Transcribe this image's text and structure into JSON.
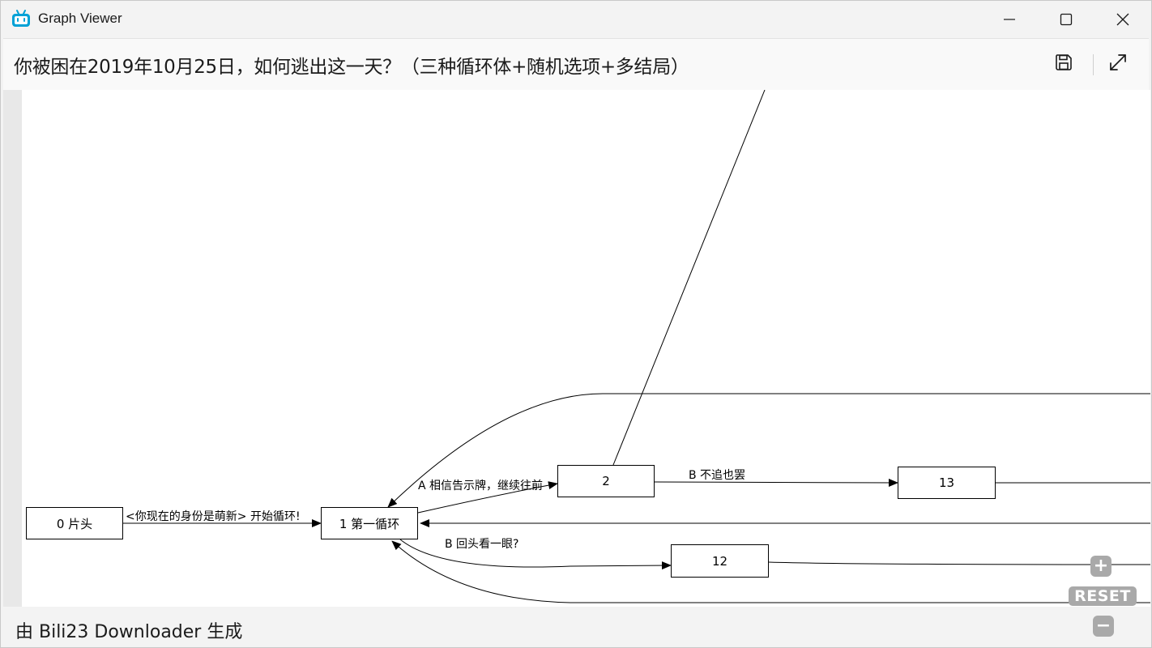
{
  "window": {
    "title": "Graph Viewer",
    "icon": "bilibili-tv-icon",
    "controls": [
      "minimize-icon",
      "maximize-icon",
      "close-icon"
    ]
  },
  "header": {
    "graph_title": "你被困在2019年10月25日，如何逃出这一天？（三种循环体+随机选项+多结局）",
    "actions": [
      "save-icon",
      "expand-icon"
    ]
  },
  "graph": {
    "nodes": [
      {
        "id": "n0",
        "label": "0 片头"
      },
      {
        "id": "n1",
        "label": "1 第一循环"
      },
      {
        "id": "n2",
        "label": "2"
      },
      {
        "id": "n13",
        "label": "13"
      },
      {
        "id": "n12",
        "label": "12"
      }
    ],
    "edge_labels": [
      {
        "id": "e0_1",
        "text": "A <你现在的身份是萌新>  开始循环!"
      },
      {
        "id": "e1_2",
        "text": "A 相信告示牌，继续往前"
      },
      {
        "id": "e2_13",
        "text": "B 不追也罢"
      },
      {
        "id": "e1_12",
        "text": "B 回头看一眼?"
      }
    ],
    "zoom": {
      "zoom_in": "+",
      "reset": "RESET",
      "zoom_out": "−"
    }
  },
  "footer": {
    "text": "由 Bili23 Downloader 生成"
  },
  "colors": {
    "accent": "#00a1d6",
    "window_bg": "#f3f3f3",
    "canvas_bg": "#ffffff",
    "zoom_btn": "#a9a9a9"
  }
}
